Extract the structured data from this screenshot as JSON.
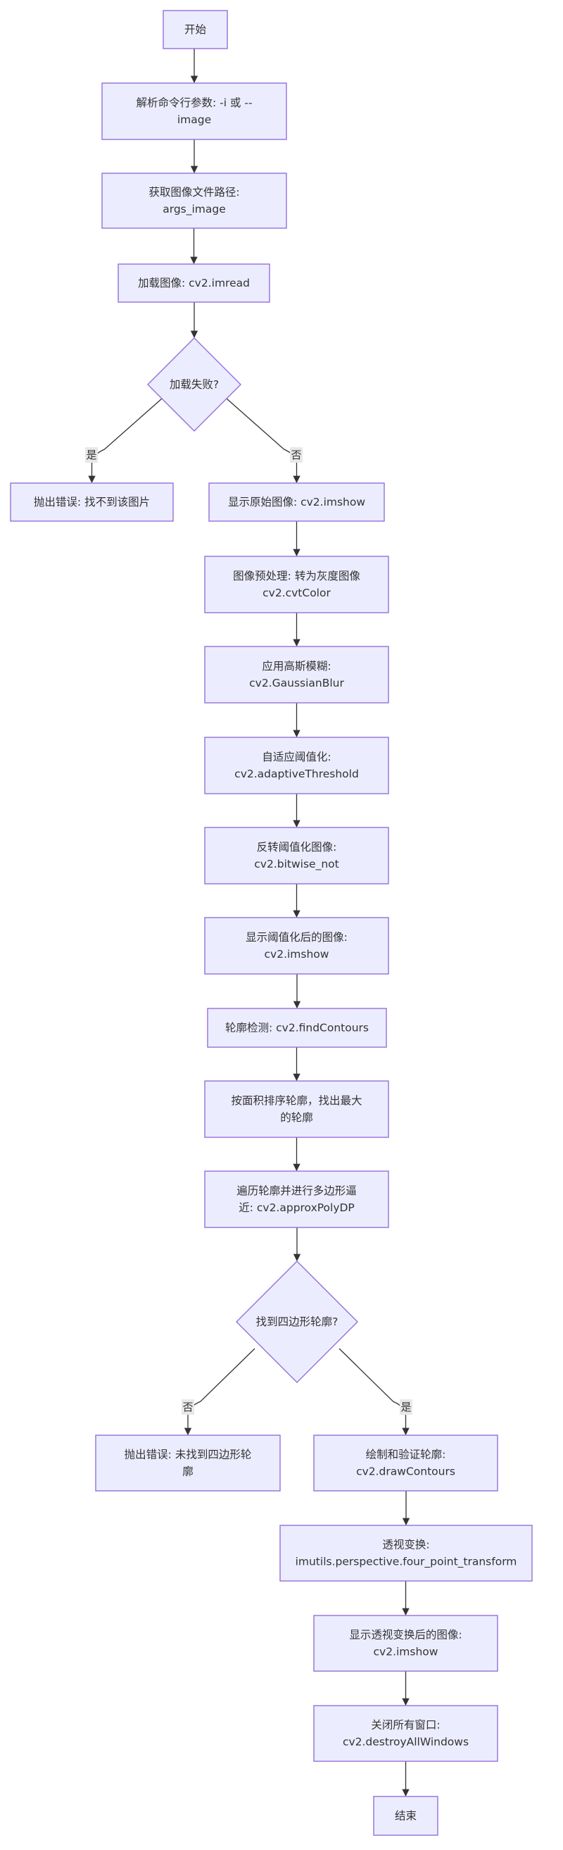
{
  "nodes": {
    "start": [
      "开始"
    ],
    "parse_args": [
      "解析命令行参数: -i 或 --",
      "image"
    ],
    "get_path": [
      "获取图像文件路径:",
      "args_image"
    ],
    "load_image": [
      "加载图像: cv2.imread"
    ],
    "load_failed": [
      "加载失败?"
    ],
    "error_not_found": [
      "抛出错误: 找不到该图片"
    ],
    "show_original": [
      "显示原始图像: cv2.imshow"
    ],
    "grayscale": [
      "图像预处理: 转为灰度图像",
      "cv2.cvtColor"
    ],
    "blur": [
      "应用高斯模糊:",
      "cv2.GaussianBlur"
    ],
    "adaptive_threshold": [
      "自适应阈值化:",
      "cv2.adaptiveThreshold"
    ],
    "invert": [
      "反转阈值化图像:",
      "cv2.bitwise_not"
    ],
    "show_threshold": [
      "显示阈值化后的图像:",
      "cv2.imshow"
    ],
    "find_contours": [
      "轮廓检测: cv2.findContours"
    ],
    "sort_contours": [
      "按面积排序轮廓，找出最大",
      "的轮廓"
    ],
    "approx_poly": [
      "遍历轮廓并进行多边形逼",
      "近: cv2.approxPolyDP"
    ],
    "found_quad": [
      "找到四边形轮廓?"
    ],
    "error_no_quad": [
      "抛出错误: 未找到四边形轮",
      "廓"
    ],
    "draw_contours": [
      "绘制和验证轮廓:",
      "cv2.drawContours"
    ],
    "perspective": [
      "透视变换:",
      "imutils.perspective.four_point_transform"
    ],
    "show_warped": [
      "显示透视变换后的图像:",
      "cv2.imshow"
    ],
    "close_windows": [
      "关闭所有窗口:",
      "cv2.destroyAllWindows"
    ],
    "end": [
      "结束"
    ]
  },
  "edge_labels": {
    "load_failed_yes": "是",
    "load_failed_no": "否",
    "found_quad_no": "否",
    "found_quad_yes": "是"
  },
  "colors": {
    "node_fill": "#ECECFF",
    "node_border": "#9370DB",
    "edge": "#333333",
    "text": "#333333",
    "edge_label_bg": "#E8E8E8"
  }
}
